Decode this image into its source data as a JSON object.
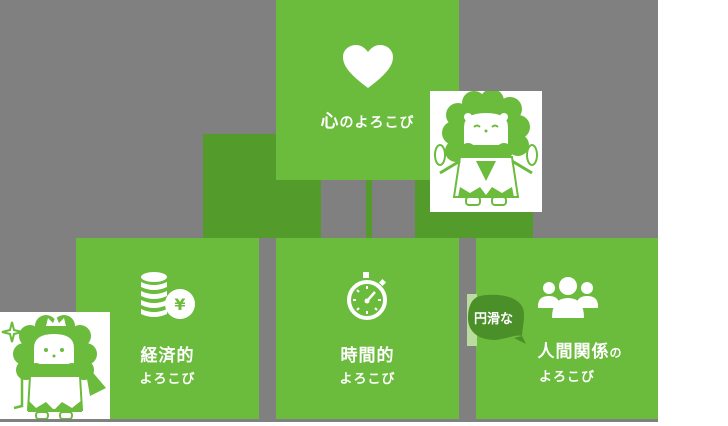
{
  "colors": {
    "box_green": "#6bbb3d",
    "connector_green": "#539b2a",
    "bubble_green": "#4a8f28",
    "background_gray": "#808080",
    "text": "#ffffff"
  },
  "top": {
    "icon": "heart-icon",
    "title_main": "心",
    "title_rest": "のよろこび"
  },
  "bottom": [
    {
      "icon": "yen-coins-icon",
      "title": "経済的",
      "sub": "よろこび"
    },
    {
      "icon": "stopwatch-icon",
      "title": "時間的",
      "sub": "よろこび"
    },
    {
      "icon": "people-group-icon",
      "badge": "円滑な",
      "title": "人間関係",
      "title_suffix": "の",
      "sub": "よろこび"
    }
  ],
  "characters": [
    {
      "name": "lion-mascot-cheering",
      "position": "top-right"
    },
    {
      "name": "lion-mascot-king",
      "position": "bottom-left"
    }
  ]
}
